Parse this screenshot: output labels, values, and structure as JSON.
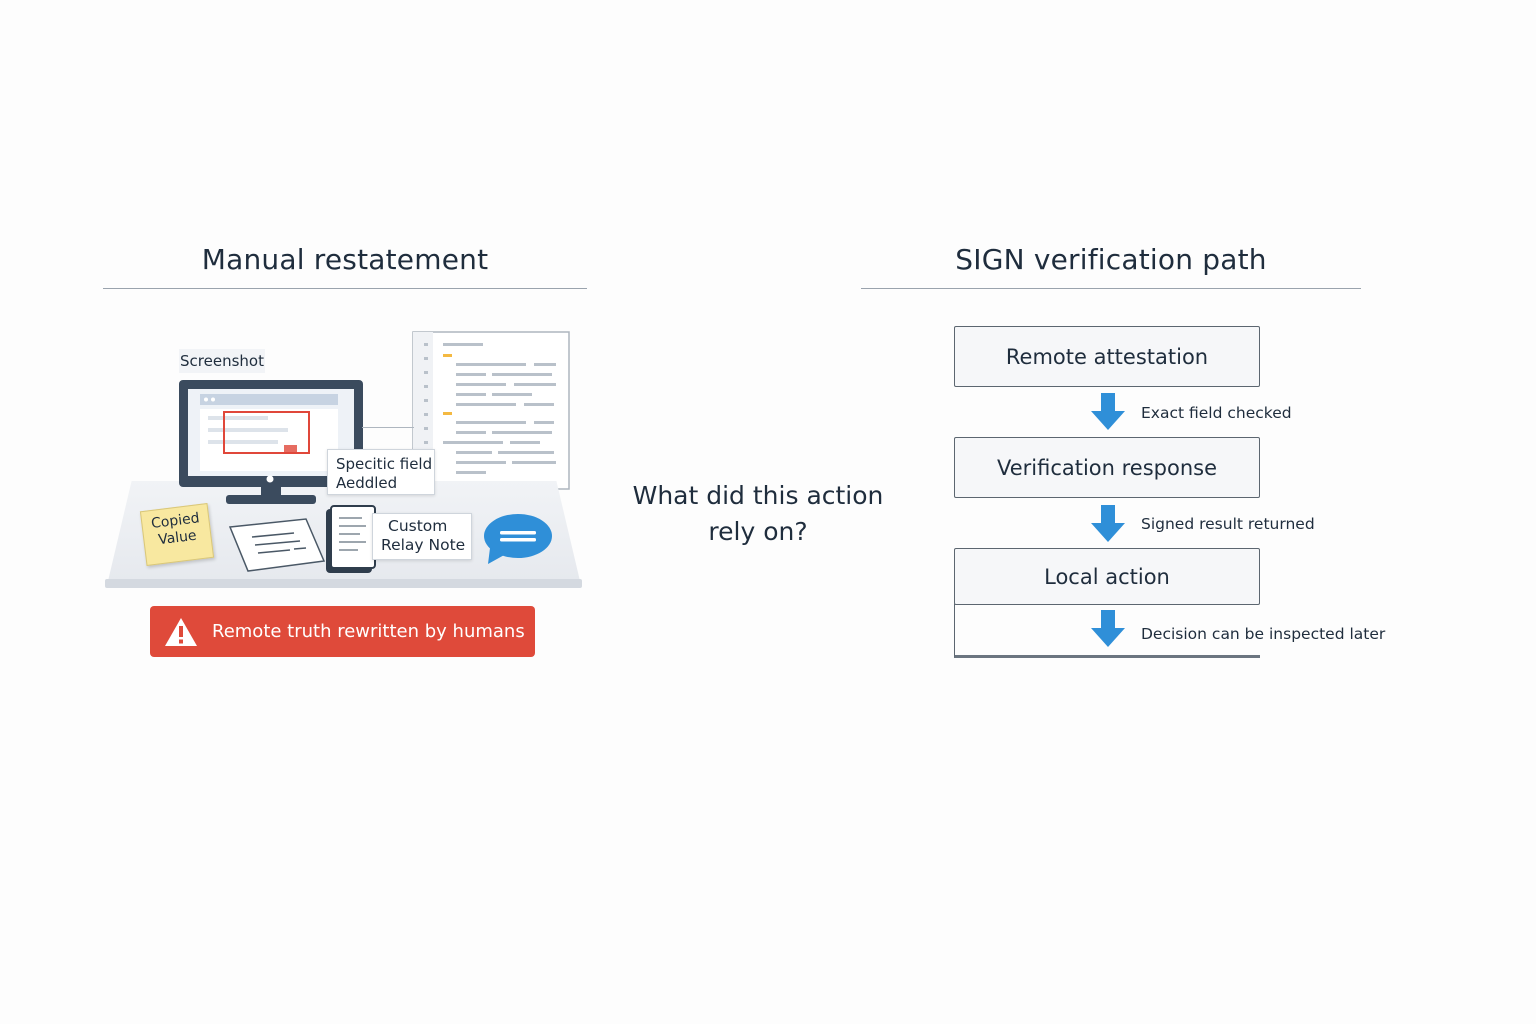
{
  "left_panel": {
    "title": "Manual restatement",
    "labels": {
      "screenshot": "Screenshot",
      "specific_field_line1": "Specitic field",
      "specific_field_line2": "Aeddled",
      "copied_value_line1": "Copied",
      "copied_value_line2": "Value",
      "relay_note_line1": "Custom",
      "relay_note_line2": "Relay Note"
    },
    "warning": "Remote truth rewritten by humans"
  },
  "center": {
    "question_line1": "What did this action",
    "question_line2": "rely on?"
  },
  "right_panel": {
    "title": "SIGN verification path",
    "steps": [
      {
        "label": "Remote attestation",
        "note": "Exact field checked"
      },
      {
        "label": "Verification response",
        "note": "Signed result returned"
      },
      {
        "label": "Local action",
        "note": "Decision can be inspected later"
      }
    ]
  },
  "colors": {
    "text": "#1f2d3d",
    "warning": "#df4a3a",
    "arrow": "#2f8fd8",
    "sticky": "#f8e8a0",
    "chat_bubble": "#2f8fd8"
  },
  "icons": [
    "monitor-icon",
    "document-icon",
    "sticky-note-icon",
    "paper-icon",
    "clipboard-icon",
    "chat-bubble-icon",
    "warning-triangle-icon",
    "down-arrow-icon"
  ]
}
